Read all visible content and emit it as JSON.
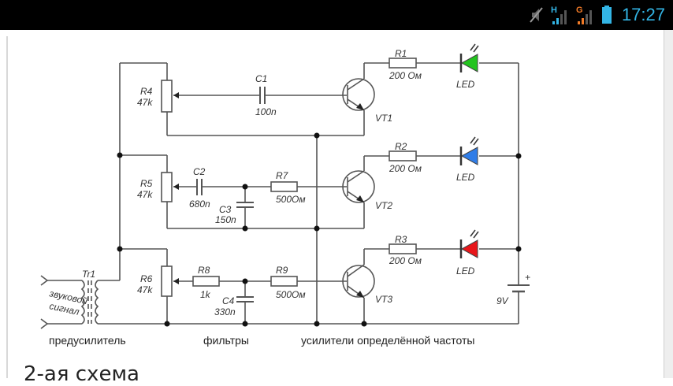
{
  "status_bar": {
    "time": "17:27",
    "icons": [
      "mute-icon",
      "signal-h-icon",
      "signal-g-icon",
      "battery-icon"
    ],
    "network_1": "H",
    "network_2": "G",
    "colors": {
      "accent": "#33b5e5",
      "network_2": "#f07a27"
    }
  },
  "schematic": {
    "components": {
      "r1": {
        "name": "R1",
        "value": "200 Ом"
      },
      "r2": {
        "name": "R2",
        "value": "200 Ом"
      },
      "r3": {
        "name": "R3",
        "value": "200 Ом"
      },
      "r4": {
        "name": "R4",
        "value": "47k"
      },
      "r5": {
        "name": "R5",
        "value": "47k"
      },
      "r6": {
        "name": "R6",
        "value": "47k"
      },
      "r7": {
        "name": "R7",
        "value": "500Ом"
      },
      "r8": {
        "name": "R8",
        "value": "1k"
      },
      "r9": {
        "name": "R9",
        "value": "500Ом"
      },
      "c1": {
        "name": "C1",
        "value": "100n"
      },
      "c2": {
        "name": "C2",
        "value": "680n"
      },
      "c3": {
        "name": "C3",
        "value": "150n"
      },
      "c4": {
        "name": "C4",
        "value": "330n"
      },
      "vt1": "VT1",
      "vt2": "VT2",
      "vt3": "VT3",
      "tr1": "Tr1",
      "led": "LED",
      "battery": {
        "voltage": "9V",
        "plus": "+"
      },
      "input_label_1": "звуковой",
      "input_label_2": "сигнал"
    },
    "led_colors": {
      "led1": "#22c41e",
      "led2": "#2f7de8",
      "led3": "#e8161a"
    },
    "sections": {
      "preamp": "предусилитель",
      "filters": "фильтры",
      "amplifiers": "усилители определённой частоты"
    }
  },
  "article": {
    "heading": "2-ая схема"
  }
}
